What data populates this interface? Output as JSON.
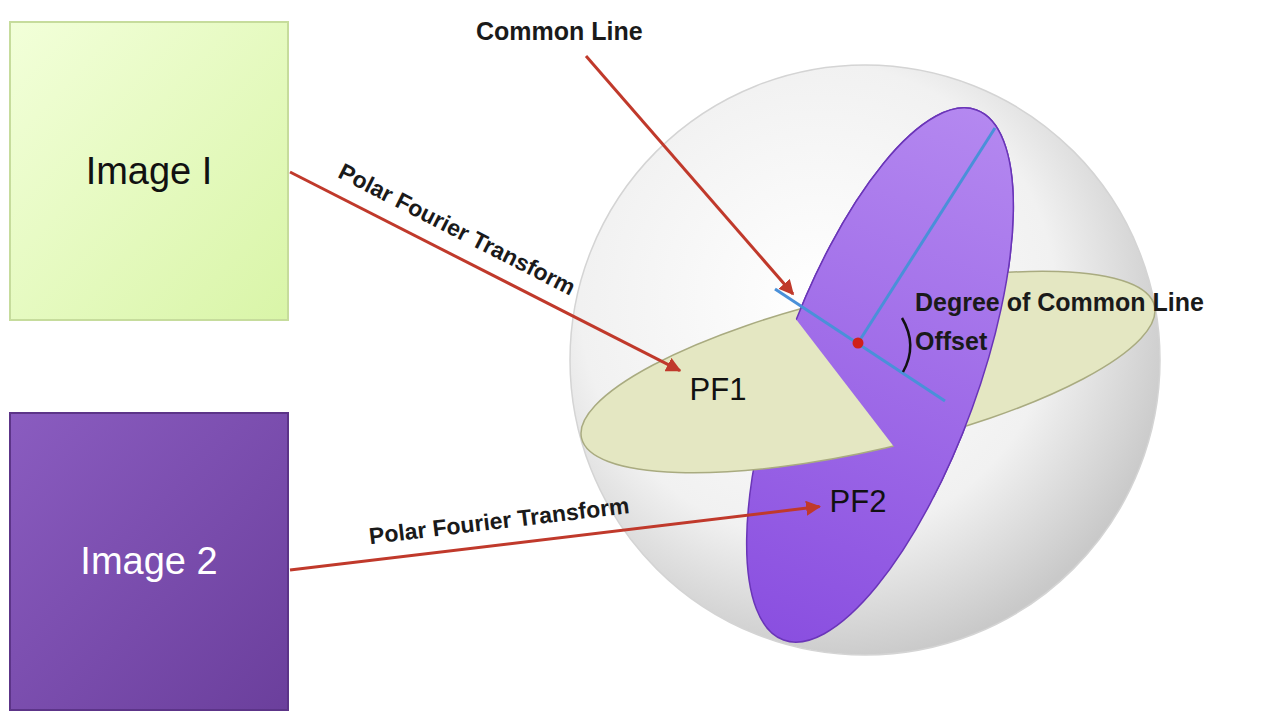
{
  "diagram": {
    "nodes": [
      {
        "text": [
          "Image I"
        ]
      },
      {
        "text": [
          "Image 2"
        ]
      },
      {
        "text": [
          "PF1"
        ]
      },
      {
        "text": [
          "PF2"
        ]
      }
    ],
    "edges": [
      {
        "from": 0,
        "to": 2,
        "arrow": "to",
        "label": "Polar Fourier Transform"
      },
      {
        "from": 1,
        "to": 3,
        "arrow": "to",
        "label": "Polar Fourier Transform"
      }
    ],
    "labels": [
      "Common Line",
      "Degree of Common Line Offset"
    ]
  }
}
